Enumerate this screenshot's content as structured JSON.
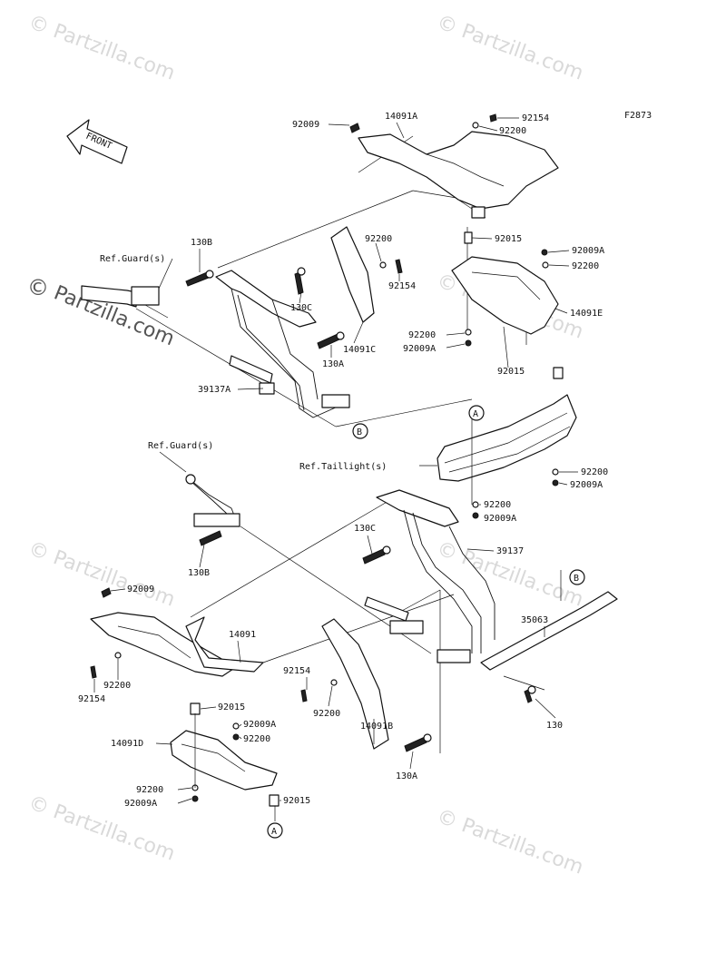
{
  "figure_code": "F2873",
  "front_label": "FRONT",
  "watermark": {
    "text": "© Partzilla.com",
    "copyright": "©",
    "brand": "Partzilla.com"
  },
  "refs": {
    "guard_top": "Ref.Guard(s)",
    "guard_bottom": "Ref.Guard(s)",
    "taillight": "Ref.Taillight(s)"
  },
  "callout_markers": [
    "A",
    "B",
    "B",
    "A"
  ],
  "part_labels": [
    "92009",
    "14091A",
    "92154",
    "92200",
    "92015",
    "92009A",
    "92200",
    "14091E",
    "92200",
    "92154",
    "14091C",
    "130B",
    "130C",
    "130A",
    "39137A",
    "92200",
    "92009A",
    "92015",
    "92200",
    "92009A",
    "92200",
    "92009A",
    "130C",
    "39137",
    "130B",
    "35063",
    "92009",
    "14091",
    "92200",
    "92154",
    "92015",
    "92009A",
    "92200",
    "14091D",
    "92200",
    "92009A",
    "92015",
    "92154",
    "92200",
    "14091B",
    "130",
    "130A"
  ],
  "colors": {
    "ink": "#111111",
    "watermark": "#d9d9d9",
    "paper": "#ffffff"
  }
}
